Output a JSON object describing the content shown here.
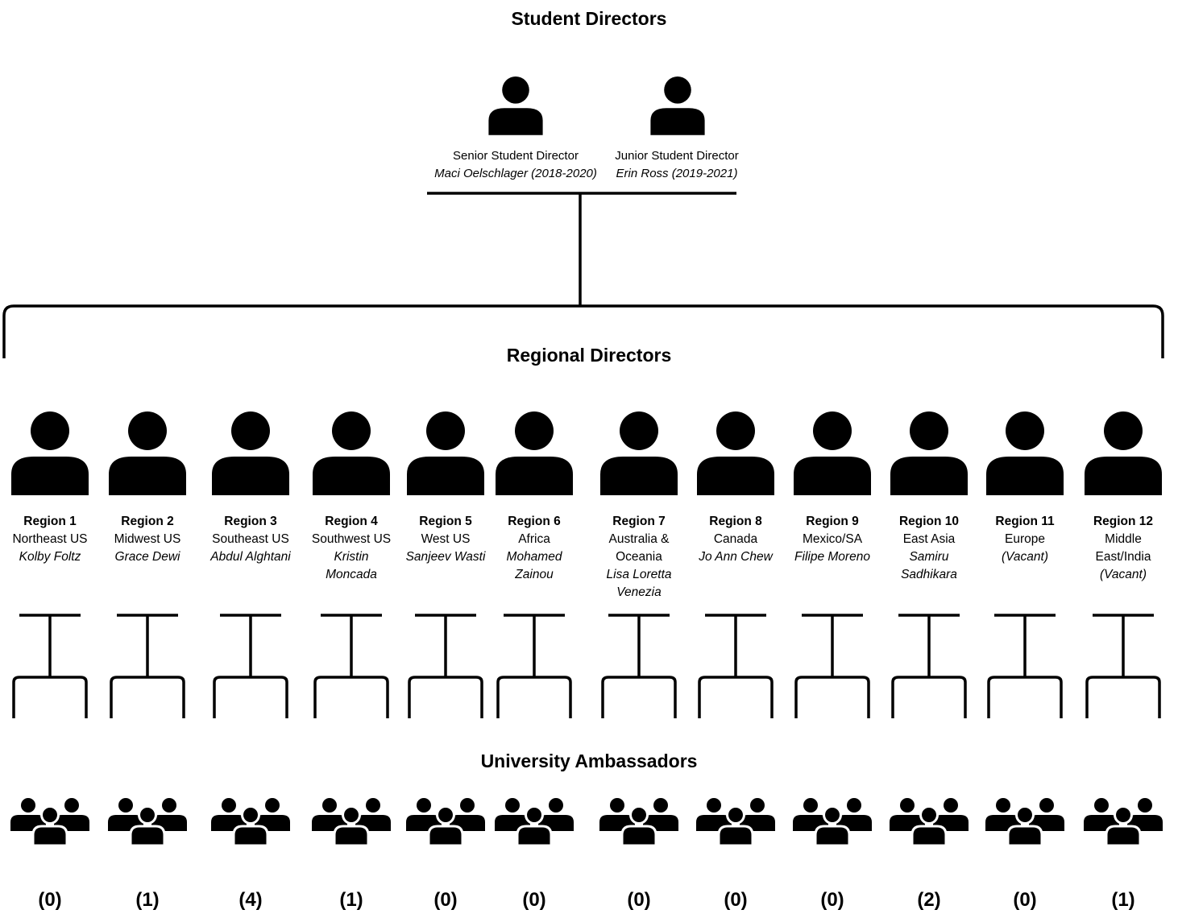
{
  "headings": {
    "student_directors": "Student Directors",
    "regional_directors": "Regional Directors",
    "university_ambassadors": "University Ambassadors"
  },
  "student_directors": [
    {
      "role": "Senior Student Director",
      "name": "Maci Oelschlager (2018-2020)"
    },
    {
      "role": "Junior Student Director",
      "name": "Erin Ross (2019-2021)"
    }
  ],
  "regions": [
    {
      "title": "Region 1",
      "area": "Northeast US",
      "director": "Kolby Foltz",
      "ambassadors": "(0)"
    },
    {
      "title": "Region 2",
      "area": "Midwest US",
      "director": "Grace Dewi",
      "ambassadors": "(1)"
    },
    {
      "title": "Region 3",
      "area": "Southeast US",
      "director": "Abdul Alghtani",
      "ambassadors": "(4)"
    },
    {
      "title": "Region 4",
      "area": "Southwest US",
      "director": "Kristin Moncada",
      "ambassadors": "(1)"
    },
    {
      "title": "Region 5",
      "area": "West US",
      "director": "Sanjeev Wasti",
      "ambassadors": "(0)"
    },
    {
      "title": "Region 6",
      "area": "Africa",
      "director": "Mohamed Zainou",
      "ambassadors": "(0)"
    },
    {
      "title": "Region 7",
      "area": "Australia & Oceania",
      "director": "Lisa Loretta Venezia",
      "ambassadors": "(0)"
    },
    {
      "title": "Region 8",
      "area": "Canada",
      "director": "Jo Ann Chew",
      "ambassadors": "(0)"
    },
    {
      "title": "Region 9",
      "area": "Mexico/SA",
      "director": "Filipe Moreno",
      "ambassadors": "(0)"
    },
    {
      "title": "Region 10",
      "area": "East Asia",
      "director": "Samiru Sadhikara",
      "ambassadors": "(2)"
    },
    {
      "title": "Region 11",
      "area": "Europe",
      "director": "(Vacant)",
      "ambassadors": "(0)"
    },
    {
      "title": "Region 12",
      "area": "Middle East/India",
      "director": "(Vacant)",
      "ambassadors": "(1)"
    }
  ]
}
